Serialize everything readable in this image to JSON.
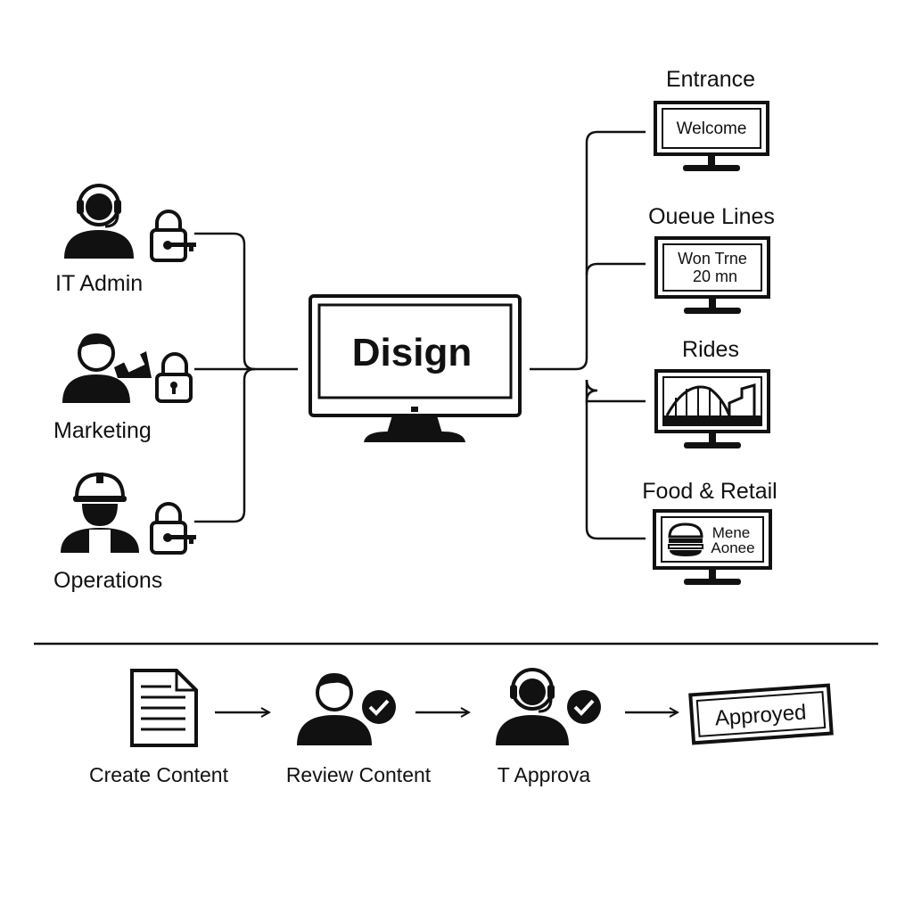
{
  "roles": [
    {
      "label": "IT Admin",
      "icon": "headset-person-icon",
      "lock": "lock-with-key-icon"
    },
    {
      "label": "Marketing",
      "icon": "person-with-megaphone-icon",
      "lock": "lock-icon"
    },
    {
      "label": "Operations",
      "icon": "hardhat-worker-icon",
      "lock": "lock-with-key-icon"
    }
  ],
  "center": {
    "label": "Disign",
    "icon": "desktop-monitor-icon"
  },
  "screens": [
    {
      "title": "Entrance",
      "lines": [
        "Welcome"
      ],
      "icon": "display-icon"
    },
    {
      "title": "Oueue Lines",
      "lines": [
        "Won Trne",
        "20 mn"
      ],
      "icon": "display-icon"
    },
    {
      "title": "Rides",
      "lines": [],
      "icon": "roller-coaster-icon"
    },
    {
      "title": "Food & Retail",
      "lines": [
        "Mene",
        "Aonee"
      ],
      "icon": "burger-icon"
    }
  ],
  "workflow": [
    {
      "label": "Create Content",
      "icon": "document-icon"
    },
    {
      "label": "Review Content",
      "icon": "person-check-icon"
    },
    {
      "label": "T Approva",
      "icon": "headset-person-check-icon"
    }
  ],
  "approved": {
    "label": "Approyed",
    "icon": "stamp-icon"
  },
  "colors": {
    "ink": "#111111",
    "background": "#ffffff"
  }
}
